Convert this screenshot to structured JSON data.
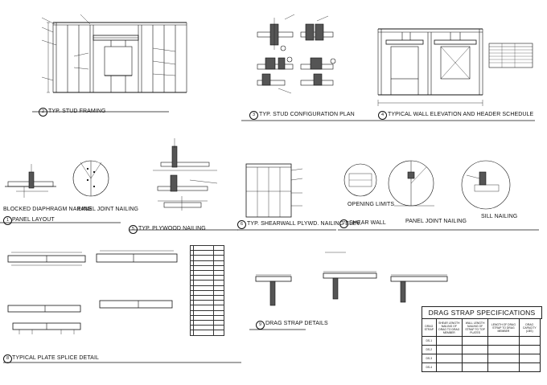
{
  "details": [
    {
      "num": "2",
      "title": "TYP. STUD FRAMING"
    },
    {
      "num": "3",
      "title": "TYP. STUD CONFIGURATION PLAN"
    },
    {
      "num": "4",
      "title": "TYPICAL WALL ELEVATION AND HEADER SCHEDULE"
    },
    {
      "num": "1",
      "title": "PANEL LAYOUT"
    },
    {
      "num": "5",
      "title": "TYP. PLYWOOD NAILING"
    },
    {
      "num": "6",
      "title": "TYP. SHEARWALL PLYWD. NAILING ELEV."
    },
    {
      "num": "7",
      "title": "SHEAR WALL"
    },
    {
      "num": "8",
      "title": "TYPICAL PLATE SPLICE DETAIL"
    },
    {
      "num": "9",
      "title": "DRAG STRAP DETAILS"
    }
  ],
  "captions": {
    "blocked": "BLOCKED DIAPHRAGM NAILING",
    "panel_joint_1": "PANEL JOINT NAILING",
    "opening_limits": "OPENING LIMITS",
    "panel_joint_2": "PANEL JOINT NAILING",
    "sill_nailing": "SILL NAILING"
  },
  "drag_strap": {
    "title": "DRAG STRAP SPECIFICATIONS",
    "headers": [
      "DRAG STRAP",
      "SHEAR LENGTH NAILING OF DRAG TO DRAG MEMBER",
      "WALL LENGTH NAILING OF STRAP TO TOP PLATES",
      "LENGTH OF DRAG STRAP TO DRAG MEMBER",
      "DRAG CAPACITY (LBS)"
    ],
    "rows": [
      [
        "DS-1",
        "",
        "",
        "",
        ""
      ],
      [
        "DS-2",
        "",
        "",
        "",
        ""
      ],
      [
        "DS-3",
        "",
        "",
        "",
        ""
      ],
      [
        "DS-4",
        "",
        "",
        "",
        ""
      ]
    ]
  }
}
